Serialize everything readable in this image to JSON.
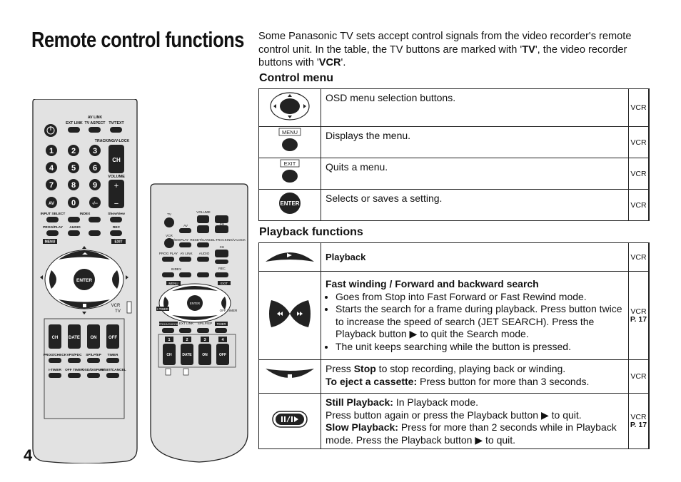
{
  "page": {
    "title": "Remote control functions",
    "number": "4"
  },
  "intro": {
    "p1": "Some Panasonic TV sets accept control signals from the video recorder's remote control unit. In the table, the TV buttons are marked with '",
    "tv": "TV",
    "p2": "', the video recorder buttons with '",
    "vcr": "VCR",
    "p3": "'."
  },
  "control_menu": {
    "heading": "Control menu",
    "rows": [
      {
        "desc": "OSD menu selection buttons.",
        "vcr": "VCR"
      },
      {
        "icon_label": "MENU",
        "desc": "Displays the menu.",
        "vcr": "VCR"
      },
      {
        "icon_label": "EXIT",
        "desc": "Quits a menu.",
        "vcr": "VCR"
      },
      {
        "icon_label": "ENTER",
        "desc": "Selects or saves a setting.",
        "vcr": "VCR"
      }
    ]
  },
  "playback": {
    "heading": "Playback functions",
    "rows": [
      {
        "title": "Playback",
        "vcr": "VCR"
      },
      {
        "title": "Fast winding / Forward and backward search",
        "b1": "Goes from Stop into Fast Forward or Fast Rewind mode.",
        "b2a": "Starts the search for a frame during playback. Press button twice to increase the speed of search (JET SEARCH). Press the Playback button",
        "b2b": "to quit the Search mode.",
        "b3": "The unit keeps searching while the button is pressed.",
        "vcr": "VCR",
        "ref": "P. 17"
      },
      {
        "l1a": "Press ",
        "l1b": "Stop",
        "l1c": " to stop recording, playing back or winding.",
        "l2a": "To eject a cassette:",
        "l2b": " Press button for more than 3 seconds.",
        "vcr": "VCR"
      },
      {
        "s1a": "Still Playback:",
        "s1b": " In Playback mode.",
        "s2a": "Press button again or press the Playback button",
        "s2b": "to quit.",
        "s3a": "Slow Playback:",
        "s3b": " Press for more than 2 seconds while in Playback mode. Press the Playback button",
        "s3c": "to quit.",
        "vcr": "VCR",
        "ref": "P. 17"
      }
    ]
  },
  "remote_large": {
    "labels": {
      "ext_link": "EXT LINK",
      "av_link": "AV LINK",
      "tv_aspect": "TV ASPECT",
      "tv_text": "TV/TEXT",
      "tracking": "TRACKING/V-LOCK",
      "ch": "CH",
      "volume": "VOLUME",
      "n1": "1",
      "n2": "2",
      "n3": "3",
      "n4": "4",
      "n5": "5",
      "n6": "6",
      "n7": "7",
      "n8": "8",
      "n9": "9",
      "n0": "0",
      "av": "AV",
      "dash": "-/--",
      "input_select": "INPUT SELECT",
      "index": "INDEX",
      "showview": "ShowView",
      "prog_play": "PROG/PLAY",
      "audio": "AUDIO",
      "rec": "REC",
      "menu": "MENU",
      "exit": "EXIT",
      "enter": "ENTER",
      "vcr": "VCR",
      "tv": "TV",
      "date": "DATE",
      "on": "ON",
      "off": "OFF",
      "prog_check": "PROG/CHECK",
      "vps_pdc": "VPS/PDC",
      "sp_lp_ep": "SP/LP/EP",
      "timer": "TIMER",
      "i_timer": "I-TIMER",
      "off_timer": "OFF TIMER",
      "osd": "OSD/DISPLAY",
      "reset": "RESET/CANCEL"
    }
  },
  "remote_small": {
    "labels": {
      "tv": "TV",
      "vcr": "VCR",
      "volume": "VOLUME",
      "av": "AV",
      "ch": "CH",
      "osd": "OSD/DISPLAY",
      "reset": "RESET/CANCEL",
      "tracking": "TRACKING/V-LOCK",
      "prog_play": "PROG PLAY",
      "av_link": "AV LINK",
      "audio": "AUDIO",
      "index": "INDEX",
      "rec": "REC",
      "menu": "MENU",
      "exit": "EXIT",
      "enter": "ENTER",
      "i_timer": "I-TIMER",
      "off_timer": "OFF TIMER",
      "prog_check": "PROG/CHECK",
      "ext_link": "EXT LINK",
      "sp_lp_ep": "SP/LP/EP",
      "timer": "TIMER",
      "n1": "1",
      "n2": "2",
      "n3": "3",
      "n4": "4",
      "date": "DATE",
      "on": "ON",
      "off": "OFF"
    }
  }
}
